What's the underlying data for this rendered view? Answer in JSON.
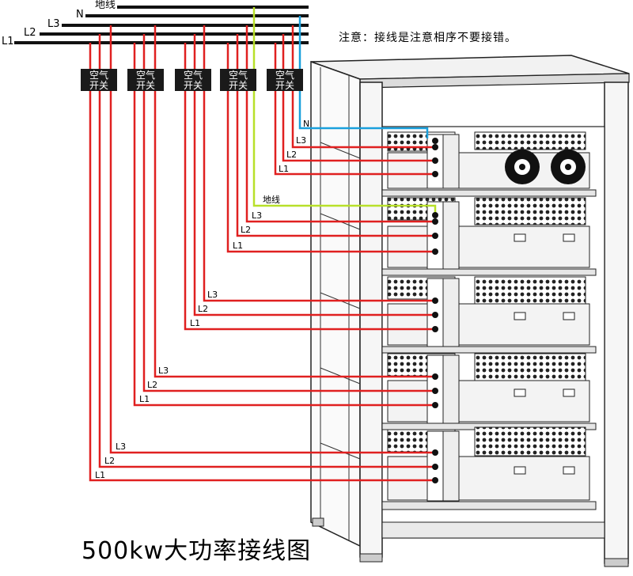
{
  "bus": {
    "ground_label": "地线",
    "neutral_label": "N",
    "l3_label": "L3",
    "l2_label": "L2",
    "l1_label": "L1"
  },
  "breakers": [
    {
      "line1": "空气",
      "line2": "开关"
    },
    {
      "line1": "空气",
      "line2": "开关"
    },
    {
      "line1": "空气",
      "line2": "开关"
    },
    {
      "line1": "空气",
      "line2": "开关"
    },
    {
      "line1": "空气",
      "line2": "开关"
    }
  ],
  "wire_labels": {
    "neutral": "N",
    "ground": "地线",
    "l3": "L3",
    "l2": "L2",
    "l1": "L1"
  },
  "note": "注意：接线是注意相序不要接错。",
  "title": "500kw大功率接线图",
  "colors": {
    "phase_wire": "#e02020",
    "neutral_wire": "#1aa0dc",
    "ground_wire": "#b8e02a",
    "bus_bar": "#111111",
    "breaker": "#1a1a1a"
  }
}
